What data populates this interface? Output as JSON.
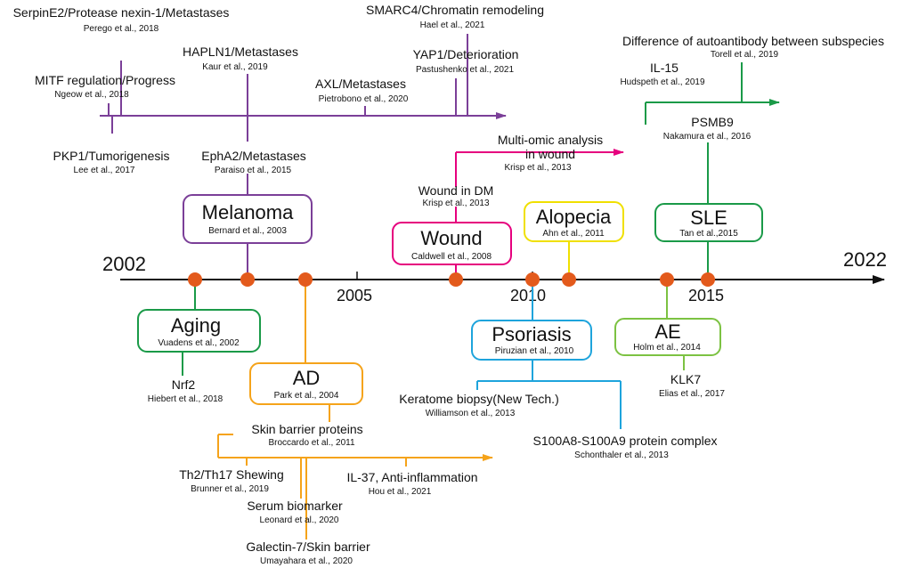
{
  "years": {
    "y2002": "2002",
    "y2005": "2005",
    "y2010": "2010",
    "y2015": "2015",
    "y2022": "2022"
  },
  "colors": {
    "purple": "#7b3f98",
    "magenta": "#e6007e",
    "yellow": "#f0e000",
    "green_dark": "#1a9a48",
    "green_light": "#7cc242",
    "orange": "#f5a31a",
    "blue": "#1ea4dc",
    "dot": "#e35a1c",
    "axis": "#111111"
  },
  "diseases": {
    "melanoma": {
      "title": "Melanoma",
      "cite": "Bernard et al., 2003"
    },
    "wound": {
      "title": "Wound",
      "cite": "Caldwell et al., 2008"
    },
    "alopecia": {
      "title": "Alopecia",
      "cite": "Ahn et al., 2011"
    },
    "sle": {
      "title": "SLE",
      "cite": "Tan et al.,2015"
    },
    "aging": {
      "title": "Aging",
      "cite": "Vuadens et al., 2002"
    },
    "ad": {
      "title": "AD",
      "cite": "Park et al., 2004"
    },
    "psoriasis": {
      "title": "Psoriasis",
      "cite": "Piruzian et al., 2010"
    },
    "ae": {
      "title": "AE",
      "cite": "Holm et al., 2014"
    }
  },
  "events": {
    "serpine2": {
      "label": "SerpinE2/Protease nexin-1/Metastases",
      "cite": "Perego et al., 2018"
    },
    "mitf": {
      "label": "MITF regulation/Progress",
      "cite": "Ngeow et al., 2018"
    },
    "hapln1": {
      "label": "HAPLN1/Metastases",
      "cite": "Kaur et al., 2019"
    },
    "axl": {
      "label": "AXL/Metastases",
      "cite": "Pietrobono et al., 2020"
    },
    "smarc4": {
      "label": "SMARC4/Chromatin remodeling",
      "cite": "Hael et al., 2021"
    },
    "yap1": {
      "label": "YAP1/Deterioration",
      "cite": "Pastushenko et al., 2021"
    },
    "pkp1": {
      "label": "PKP1/Tumorigenesis",
      "cite": "Lee et al., 2017"
    },
    "epha2": {
      "label": "EphA2/Metastases",
      "cite": "Paraiso et al., 2015"
    },
    "multiomic": {
      "label1": "Multi-omic analysis",
      "label2": "in wound",
      "cite": "Krisp et al., 2013"
    },
    "wounddm": {
      "label": "Wound  in DM",
      "cite": "Krisp et al., 2013"
    },
    "autoantibody": {
      "label": "Difference of autoantibody between subspecies",
      "cite": "Torell et al., 2019"
    },
    "il15": {
      "label": "IL-15",
      "cite": "Hudspeth et al., 2019"
    },
    "psmb9": {
      "label": "PSMB9",
      "cite": "Nakamura et al., 2016"
    },
    "nrf2": {
      "label": "Nrf2",
      "cite": "Hiebert et al., 2018"
    },
    "skinbarrier": {
      "label": "Skin barrier proteins",
      "cite": "Broccardo et al., 2011"
    },
    "th2": {
      "label": "Th2/Th17 Shewing",
      "cite": "Brunner et al., 2019"
    },
    "il37": {
      "label": "IL-37, Anti-inflammation",
      "cite": "Hou et al., 2021"
    },
    "serum": {
      "label": "Serum biomarker",
      "cite": "Leonard et al., 2020"
    },
    "galectin": {
      "label": "Galectin-7/Skin barrier",
      "cite": "Umayahara et al., 2020"
    },
    "keratome": {
      "label": "Keratome biopsy(New Tech.)",
      "cite": "Williamson et al., 2013"
    },
    "s100": {
      "label": "S100A8-S100A9 protein complex",
      "cite": "Schonthaler et al., 2013"
    },
    "klk7": {
      "label": "KLK7",
      "cite": "Elias et al., 2017"
    }
  }
}
